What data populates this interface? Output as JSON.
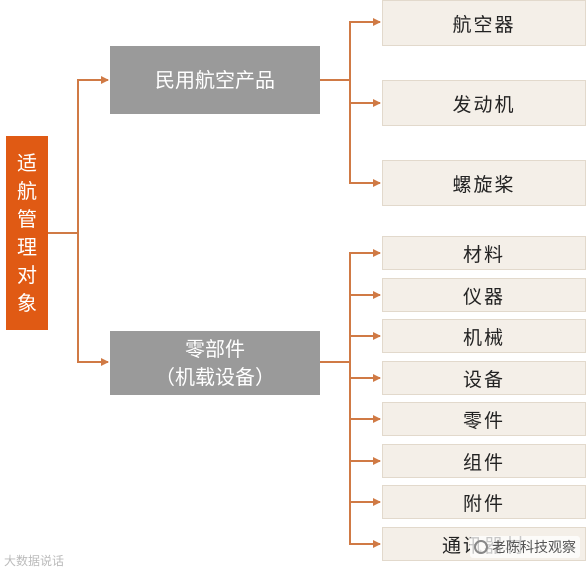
{
  "root": {
    "label": "适航管理对象"
  },
  "branches": [
    {
      "label_lines": [
        "民用航空产品"
      ],
      "children": [
        "航空器",
        "发动机",
        "螺旋桨"
      ]
    },
    {
      "label_lines": [
        "零部件",
        "（机载设备）"
      ],
      "children": [
        "材料",
        "仪器",
        "机械",
        "设备",
        "零件",
        "组件",
        "附件",
        "通讯器材"
      ]
    }
  ],
  "watermarks": {
    "left": "大数据说话",
    "right": "老陈科技观察"
  },
  "colors": {
    "root_fill": "#e05a14",
    "branch_fill": "#9a9a9a",
    "leaf_fill": "#f4efe8",
    "connector": "#d07a45"
  }
}
